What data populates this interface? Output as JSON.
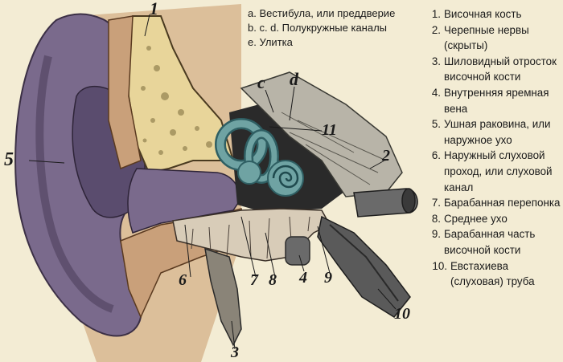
{
  "legend_letters": [
    "a. Вестибула, или преддверие",
    "b. c. d. Полукружные каналы",
    "e. Улитка"
  ],
  "legend_numbers": [
    {
      "num": "1.",
      "text": "Височная кость"
    },
    {
      "num": "2.",
      "text": "Черепные нервы (скрыты)"
    },
    {
      "num": "3.",
      "text": "Шиловидный отросток височной кости"
    },
    {
      "num": "4.",
      "text": "Внутренняя яремная вена"
    },
    {
      "num": "5.",
      "text": "Ушная раковина, или наружное ухо"
    },
    {
      "num": "6.",
      "text": "Наружный слуховой проход, или слуховой канал"
    },
    {
      "num": "7.",
      "text": "Барабанная перепонка"
    },
    {
      "num": "8.",
      "text": "Среднее ухо"
    },
    {
      "num": "9.",
      "text": "Барабанная часть височной кости"
    },
    {
      "num": "10.",
      "text": "Евстахиева (слуховая) труба"
    }
  ],
  "diagram_labels": {
    "l1": "1",
    "l2": "2",
    "l3": "3",
    "l4": "4",
    "l5": "5",
    "l6": "6",
    "l7": "7",
    "l8": "8",
    "l9": "9",
    "l10": "10",
    "l11": "11",
    "lc": "c",
    "ld": "d"
  },
  "colors": {
    "background": "#f3ecd4",
    "auricle": "#7a6a8c",
    "bone": "#e8d59a",
    "flesh": "#c9a07a",
    "labyrinth": "#6fa3a3",
    "tissue": "#b8b4a8",
    "dark": "#2a2a2a"
  }
}
